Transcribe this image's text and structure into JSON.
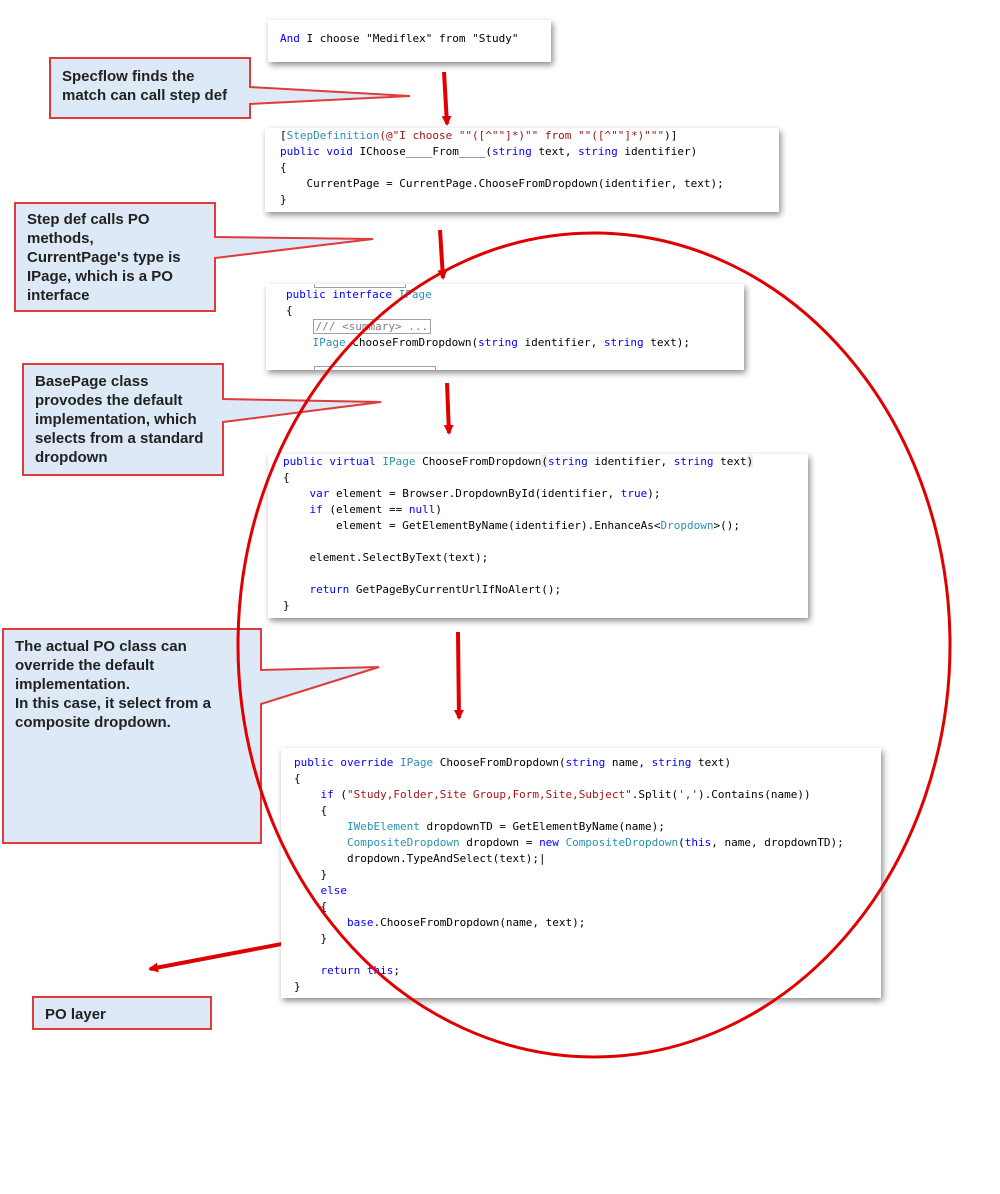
{
  "colors": {
    "callout_fill": "#dde9f6",
    "callout_stroke": "#e03a3a",
    "arrow": "#e00000",
    "ellipse": "#e00000",
    "keyword": "#0000ff",
    "type": "#2b91af",
    "string": "#a31515",
    "comment": "#808080"
  },
  "callouts": {
    "specflow": "Specflow finds the\nmatch can call step def",
    "stepdef": "Step def calls PO\nmethods,\nCurrentPage's type is\nIPage, which is a PO\ninterface",
    "basepage": "BasePage class\nprovodes the default\nimplementation, which\nselects from a standard\ndropdown",
    "actual": "The actual PO class can\noverride the default\nimplementation.\nIn this case, it select from a\ncomposite dropdown.",
    "polayer": "PO layer"
  },
  "code": {
    "gherkin": {
      "l1": {
        "a": "And",
        "b": " I choose ",
        "c": "\"Mediflex\"",
        "d": " from ",
        "e": "\"Study\""
      }
    },
    "stepdef": {
      "l1": {
        "a": "[",
        "b": "StepDefinition",
        "c": "(@\"I choose \"\"([^\"\"]*)\"\" from \"\"([^\"\"]*)\"\"\"",
        "d": ")]"
      },
      "l2": {
        "a": "public",
        "b": " ",
        "c": "void",
        "d": " IChoose____From____(",
        "e": "string",
        "f": " text, ",
        "g": "string",
        "h": " identifier)"
      },
      "l3": "{",
      "l4": "    CurrentPage = CurrentPage.ChooseFromDropdown(identifier, text);",
      "l5": "}"
    },
    "interface": {
      "l1": {
        "a": "public",
        "b": " ",
        "c": "interface",
        "d": " ",
        "e": "IPage"
      },
      "l2": "{",
      "l3": {
        "indent": "    ",
        "a": "/// <summary> ..."
      },
      "l4": {
        "indent": "    ",
        "a": "IPage",
        "b": " ChooseFromDropdown(",
        "c": "string",
        "d": " identifier, ",
        "e": "string",
        "f": " text);"
      }
    },
    "basepage": {
      "l1": {
        "a": "public",
        "b": " ",
        "c": "virtual",
        "d": " ",
        "e": "IPage",
        "f": " ChooseFromDropdown",
        "g": "(",
        "h": "string",
        "i": " identifier, ",
        "j": "string",
        "k": " text",
        "l": ")"
      },
      "l2": "{",
      "l3": {
        "indent": "    ",
        "a": "var",
        "b": " element = Browser.DropdownById(identifier, ",
        "c": "true",
        "d": ");"
      },
      "l4": {
        "indent": "    ",
        "a": "if",
        "b": " (element == ",
        "c": "null",
        "d": ")"
      },
      "l5": {
        "indent": "        ",
        "a": "element = GetElementByName(identifier).EnhanceAs<",
        "b": "Dropdown",
        "c": ">();"
      },
      "l6": "    element.SelectByText(text);",
      "l7": {
        "indent": "    ",
        "a": "return",
        "b": " GetPageByCurrentUrlIfNoAlert();"
      },
      "l8": "}"
    },
    "override": {
      "l1": {
        "a": "public",
        "b": " ",
        "c": "override",
        "d": " ",
        "e": "IPage",
        "f": " ChooseFromDropdown(",
        "g": "string",
        "h": " name, ",
        "i": "string",
        "j": " text)"
      },
      "l2": "{",
      "l3": {
        "indent": "    ",
        "a": "if",
        "b": " (",
        "c": "\"Study,Folder,Site Group,Form,Site,Subject\"",
        "d": ".Split(",
        "e": "','",
        "f": ").Contains(name))"
      },
      "l4": "    {",
      "l5": {
        "indent": "        ",
        "a": "IWebElement",
        "b": " dropdownTD = GetElementByName(name);"
      },
      "l6": {
        "indent": "        ",
        "a": "CompositeDropdown",
        "b": " dropdown = ",
        "c": "new",
        "d": " ",
        "e": "CompositeDropdown",
        "f": "(",
        "g": "this",
        "h": ", name, dropdownTD);"
      },
      "l7": "        dropdown.TypeAndSelect(text);|",
      "l8": "    }",
      "l9": {
        "indent": "    ",
        "a": "else"
      },
      "l10": "    {",
      "l11": {
        "indent": "        ",
        "a": "base",
        "b": ".ChooseFromDropdown(name, text);"
      },
      "l12": "    }",
      "l13": {
        "indent": "    ",
        "a": "return",
        "b": " ",
        "c": "this",
        "d": ";"
      },
      "l14": "}"
    }
  }
}
